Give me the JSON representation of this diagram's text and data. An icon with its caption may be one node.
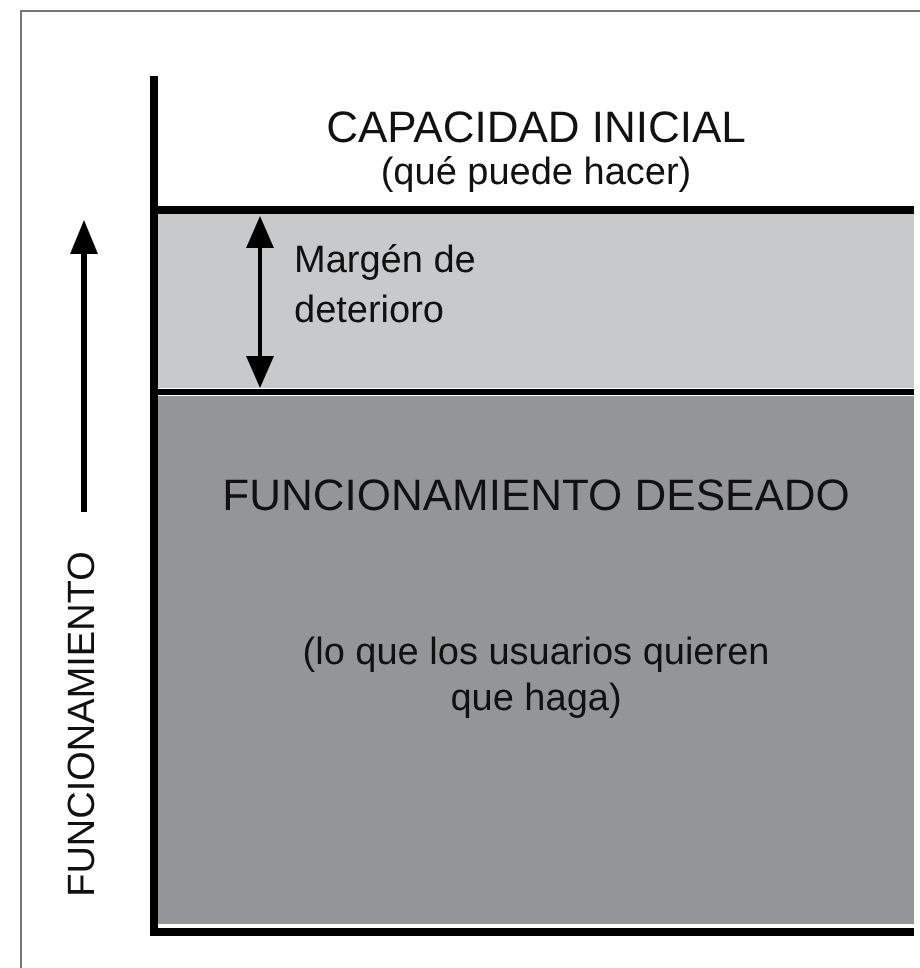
{
  "diagram": {
    "nodes": [
      {
        "text": [
          "CAPACIDAD INICIAL",
          "(qué puede hacer)"
        ]
      },
      {
        "text": [
          "Margén de deterioro"
        ]
      },
      {
        "text": [
          "FUNCIONAMIENTO DESEADO",
          "(lo que los usuarios quieren que haga)"
        ]
      }
    ],
    "labels": [
      "FUNCIONAMIENTO"
    ]
  }
}
